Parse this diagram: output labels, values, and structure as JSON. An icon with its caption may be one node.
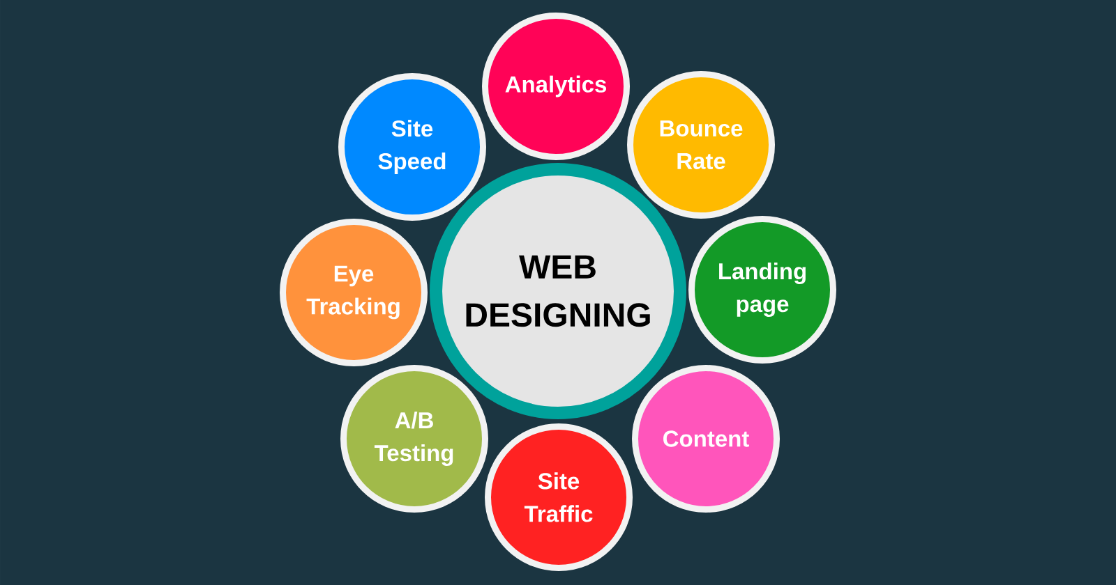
{
  "diagram": {
    "nodes": [
      {
        "text": [
          "WEB DESIGNING"
        ]
      },
      {
        "text": [
          "Analytics"
        ]
      },
      {
        "text": [
          "Bounce Rate"
        ]
      },
      {
        "text": [
          "Landing page"
        ]
      },
      {
        "text": [
          "Content"
        ]
      },
      {
        "text": [
          "Site Traffic"
        ]
      },
      {
        "text": [
          "A/B Testing"
        ]
      },
      {
        "text": [
          "Eye Tracking"
        ]
      },
      {
        "text": [
          "Site Speed"
        ]
      }
    ]
  }
}
